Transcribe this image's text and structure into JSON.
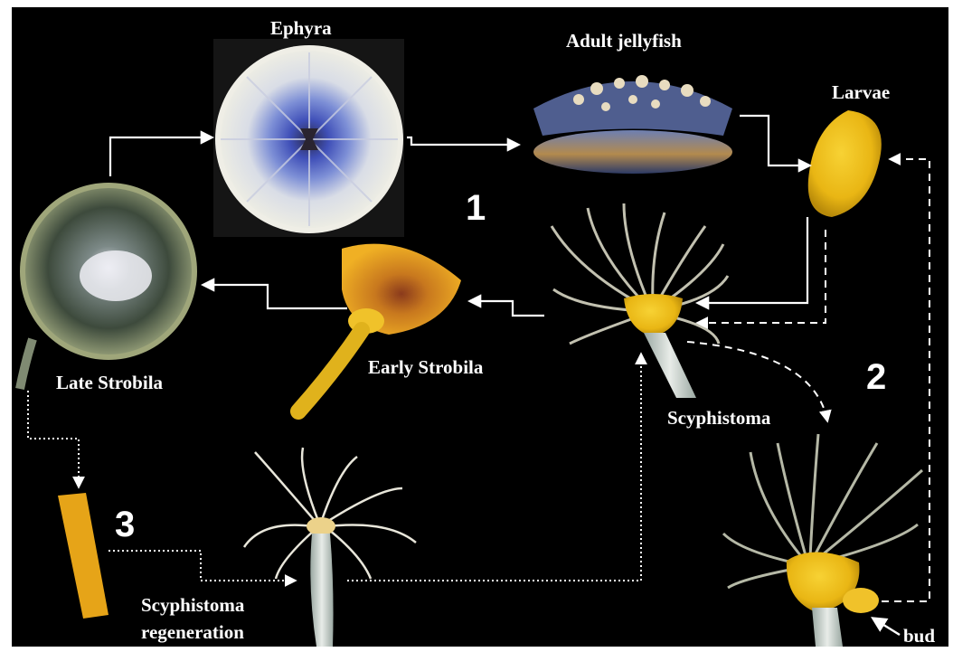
{
  "labels": {
    "ephyra": "Ephyra",
    "adult": "Adult jellyfish",
    "larvae": "Larvae",
    "late_strobila": "Late Strobila",
    "early_strobila": "Early Strobila",
    "scyphistoma": "Scyphistoma",
    "regeneration_line1": "Scyphistoma",
    "regeneration_line2": "regeneration",
    "bud": "bud"
  },
  "pathway_numbers": {
    "one": "1",
    "two": "2",
    "three": "3"
  },
  "colors": {
    "background": "#000000",
    "arrow": "#ffffff",
    "polyp_yellow": "#f2c21a",
    "ephyra_blue": "#3b4bb8",
    "tentacle": "#d8d6c4"
  }
}
